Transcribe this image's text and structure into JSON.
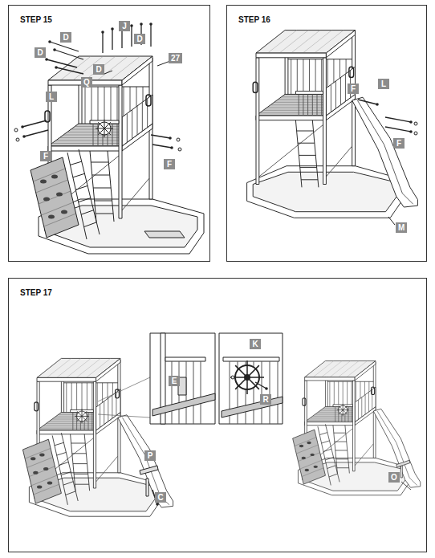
{
  "diagram": {
    "nodes": [
      {
        "text": [
          "STEP 15"
        ]
      },
      {
        "text": [
          "STEP 16"
        ]
      },
      {
        "text": [
          "STEP 17"
        ]
      }
    ],
    "labels": [
      "J",
      "D",
      "D",
      "D",
      "D",
      "Q",
      "27",
      "L",
      "F",
      "F",
      "F",
      "L",
      "F",
      "M",
      "K",
      "E",
      "R",
      "P",
      "C",
      "O"
    ]
  }
}
